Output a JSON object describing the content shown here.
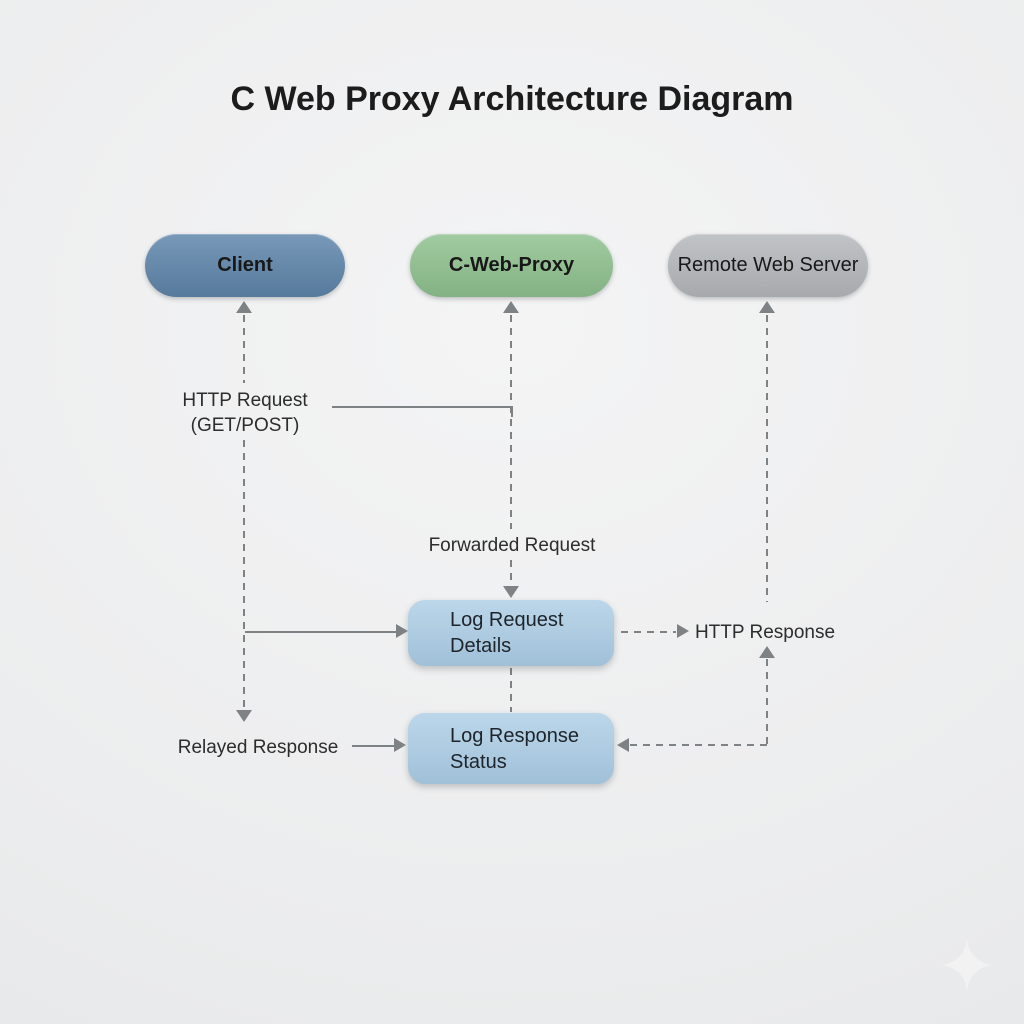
{
  "title": "C Web Proxy Architecture Diagram",
  "nodes": {
    "client": {
      "label": "Client",
      "fill": "#5e85aa"
    },
    "proxy": {
      "label": "C-Web-Proxy",
      "fill": "#8fc18f"
    },
    "remote_server": {
      "label": "Remote Web Server",
      "fill": "#b5b8bb"
    },
    "log_request": {
      "label": "Log Request\nDetails",
      "fill": "#a9cbe4"
    },
    "log_response": {
      "label": "Log Response\nStatus",
      "fill": "#a9cbe4"
    }
  },
  "edges": {
    "http_request": {
      "label": "HTTP Request\n(GET/POST)"
    },
    "forwarded_request": {
      "label": "Forwarded Request"
    },
    "http_response": {
      "label": "HTTP Response"
    },
    "relayed_response": {
      "label": "Relayed Response"
    }
  },
  "decorations": {
    "sparkle_icon": "four-pointed-star"
  },
  "colors": {
    "background": "#ececed",
    "connector": "#7f8284",
    "title_text": "#1c1c1c",
    "label_text": "#2d2d2d",
    "sparkle": "#f3f3f4"
  }
}
